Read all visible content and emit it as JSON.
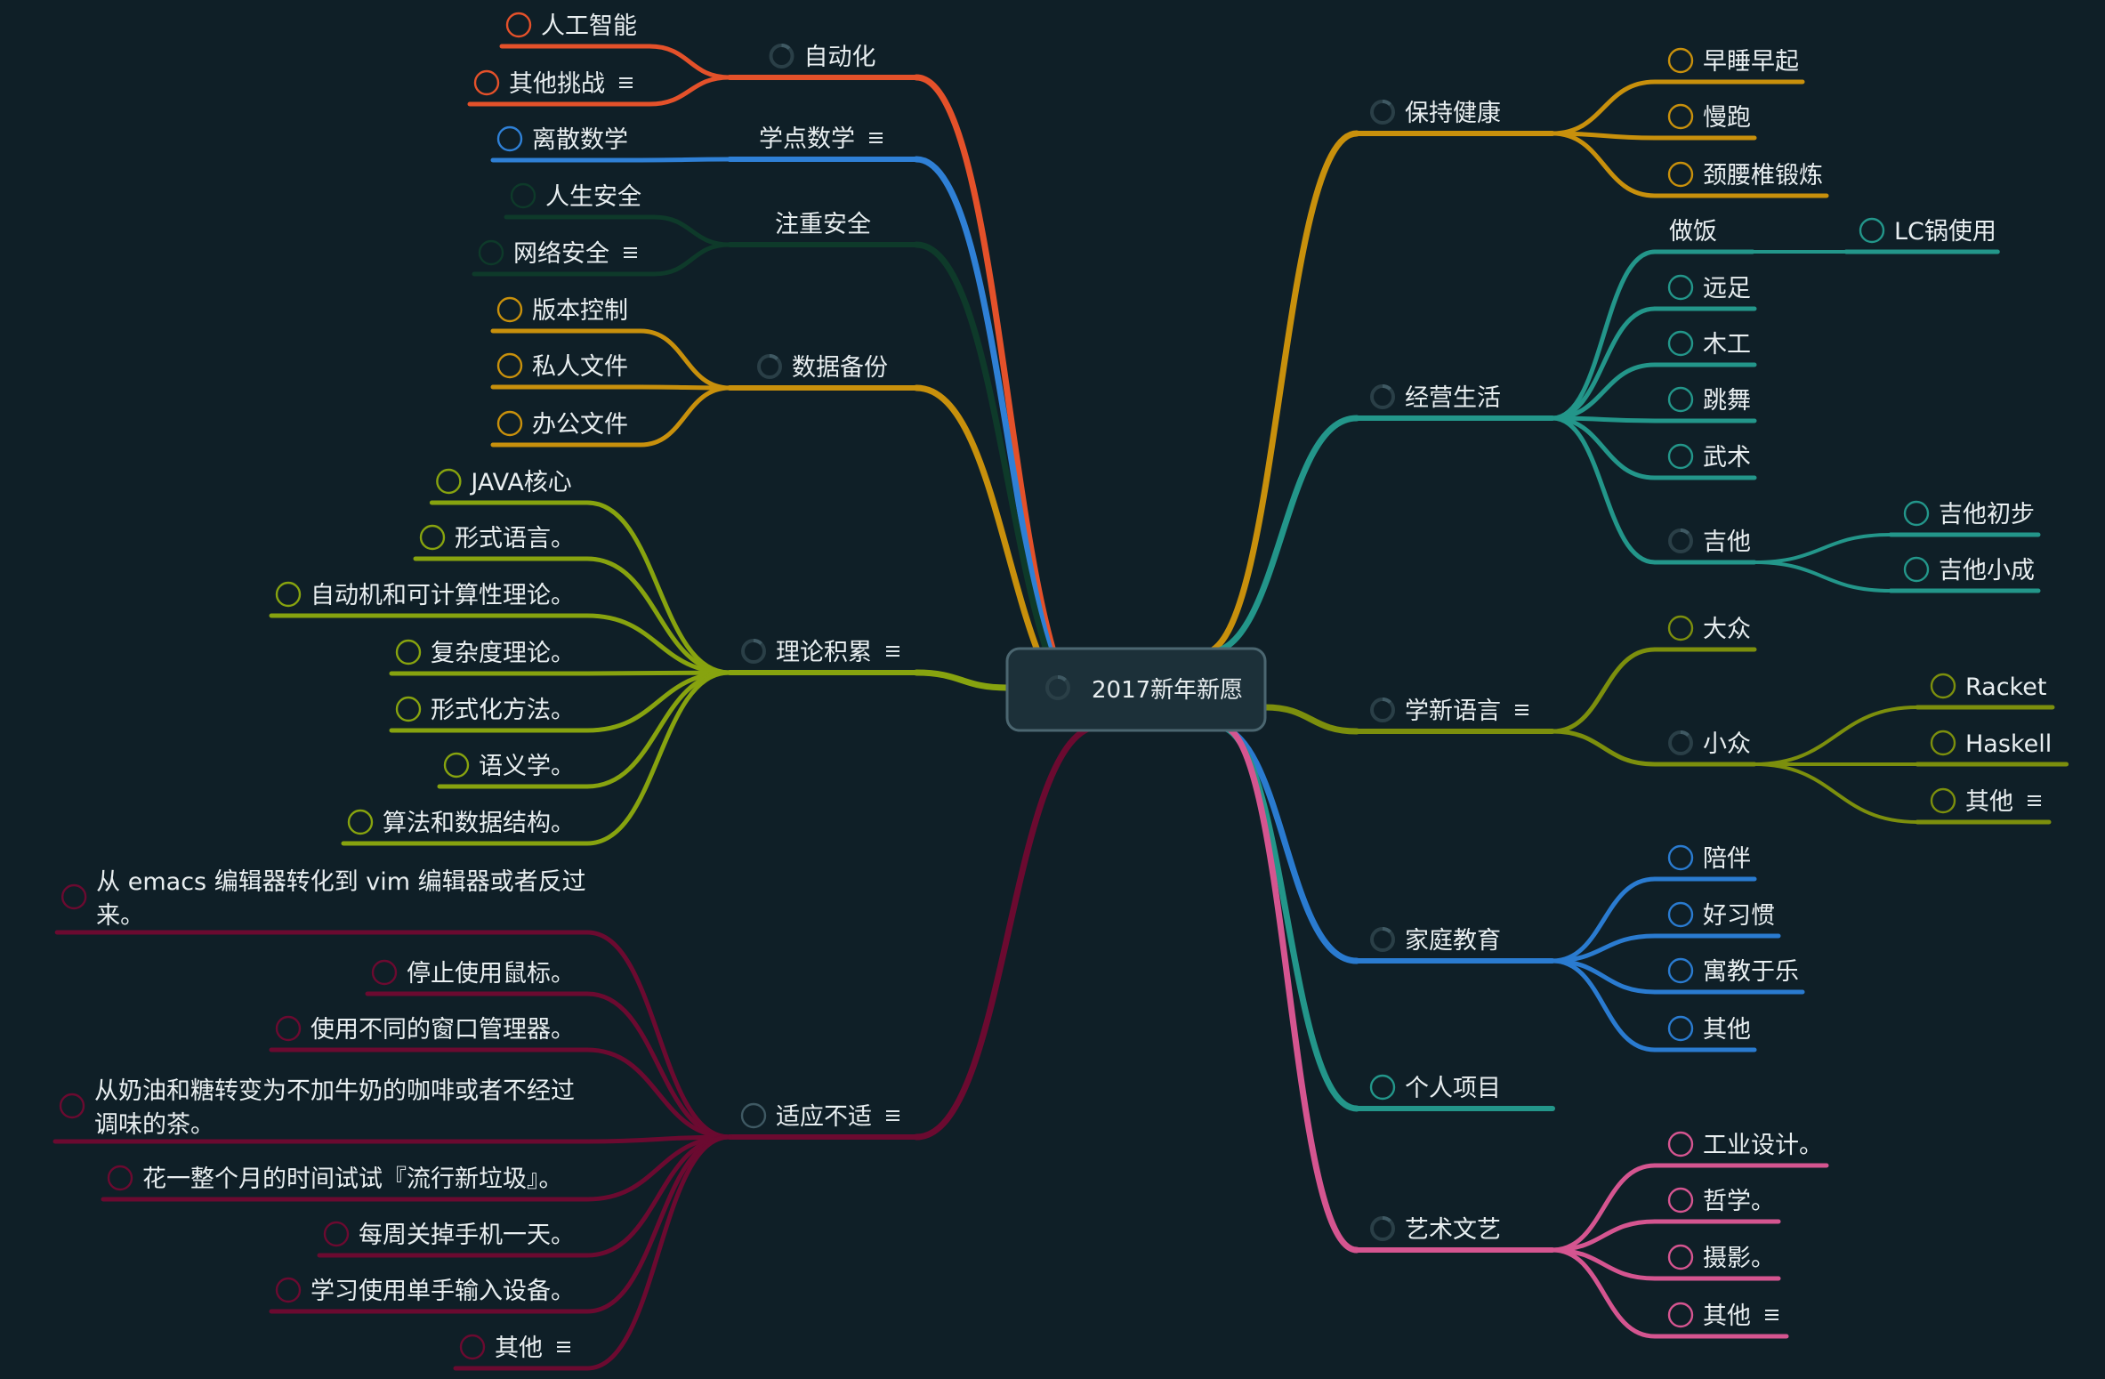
{
  "root": "2017新年新愿",
  "left": [
    {
      "label": "自动化",
      "color": "#e4512a",
      "icon": "progress-ring-icon",
      "note": false,
      "children": [
        {
          "label": "人工智能",
          "icon": "todo-circle-icon",
          "note": false
        },
        {
          "label": "其他挑战",
          "icon": "todo-circle-icon",
          "note": true
        }
      ]
    },
    {
      "label": "学点数学",
      "color": "#2f80d6",
      "icon": "",
      "note": true,
      "children": [
        {
          "label": "离散数学",
          "icon": "todo-circle-icon",
          "note": false
        }
      ]
    },
    {
      "label": "注重安全",
      "color": "#0e3a2a",
      "icon": "",
      "note": false,
      "children": [
        {
          "label": "人生安全",
          "icon": "todo-circle-icon",
          "note": false
        },
        {
          "label": "网络安全",
          "icon": "todo-circle-icon",
          "note": true
        }
      ]
    },
    {
      "label": "数据备份",
      "color": "#c8900c",
      "icon": "progress-ring-icon",
      "note": false,
      "children": [
        {
          "label": "版本控制",
          "icon": "todo-circle-icon",
          "note": false
        },
        {
          "label": "私人文件",
          "icon": "todo-circle-icon",
          "note": false
        },
        {
          "label": "办公文件",
          "icon": "todo-circle-icon",
          "note": false
        }
      ]
    },
    {
      "label": "理论积累",
      "color": "#87a30f",
      "icon": "progress-ring-icon",
      "note": true,
      "children": [
        {
          "label": "JAVA核心",
          "icon": "todo-circle-icon",
          "note": false
        },
        {
          "label": "形式语言。",
          "icon": "todo-circle-icon",
          "note": false
        },
        {
          "label": "自动机和可计算性理论。",
          "icon": "todo-circle-icon",
          "note": false
        },
        {
          "label": "复杂度理论。",
          "icon": "todo-circle-icon",
          "note": false
        },
        {
          "label": "形式化方法。",
          "icon": "todo-circle-icon",
          "note": false
        },
        {
          "label": "语义学。",
          "icon": "todo-circle-icon",
          "note": false
        },
        {
          "label": "算法和数据结构。",
          "icon": "todo-circle-icon",
          "note": false
        }
      ]
    },
    {
      "label": "适应不适",
      "color": "#6b0a30",
      "icon": "todo-circle-icon",
      "note": true,
      "children": [
        {
          "label": "从 emacs 编辑器转化到 vim 编辑器或者反过来。",
          "lines": [
            "从 emacs 编辑器转化到 vim 编辑器或者反过",
            "来。"
          ],
          "icon": "todo-circle-icon",
          "note": false
        },
        {
          "label": "停止使用鼠标。",
          "icon": "todo-circle-icon",
          "note": false
        },
        {
          "label": "使用不同的窗口管理器。",
          "icon": "todo-circle-icon",
          "note": false
        },
        {
          "label": "从奶油和糖转变为不加牛奶的咖啡或者不经过调味的茶。",
          "lines": [
            "从奶油和糖转变为不加牛奶的咖啡或者不经过",
            "调味的茶。"
          ],
          "icon": "todo-circle-icon",
          "note": false
        },
        {
          "label": "花一整个月的时间试试『流行新垃圾』。",
          "icon": "todo-circle-icon",
          "note": false
        },
        {
          "label": "每周关掉手机一天。",
          "icon": "todo-circle-icon",
          "note": false
        },
        {
          "label": "学习使用单手输入设备。",
          "icon": "todo-circle-icon",
          "note": false
        },
        {
          "label": "其他",
          "icon": "todo-circle-icon",
          "note": true
        }
      ]
    }
  ],
  "right": [
    {
      "label": "保持健康",
      "color": "#c8900c",
      "icon": "progress-ring-icon",
      "note": false,
      "children": [
        {
          "label": "早睡早起",
          "icon": "todo-circle-icon",
          "note": false
        },
        {
          "label": "慢跑",
          "icon": "todo-circle-icon",
          "note": false
        },
        {
          "label": "颈腰椎锻炼",
          "icon": "todo-circle-icon",
          "note": false
        }
      ]
    },
    {
      "label": "经营生活",
      "color": "#23968a",
      "icon": "progress-ring-icon",
      "note": false,
      "children": [
        {
          "label": "做饭",
          "icon": "",
          "note": false,
          "children": [
            {
              "label": "LC锅使用",
              "icon": "todo-circle-icon",
              "note": false
            }
          ]
        },
        {
          "label": "远足",
          "icon": "todo-circle-icon",
          "note": false
        },
        {
          "label": "木工",
          "icon": "todo-circle-icon",
          "note": false
        },
        {
          "label": "跳舞",
          "icon": "todo-circle-icon",
          "note": false
        },
        {
          "label": "武术",
          "icon": "todo-circle-icon",
          "note": false
        },
        {
          "label": "吉他",
          "icon": "progress-ring-icon",
          "note": false,
          "children": [
            {
              "label": "吉他初步",
              "icon": "todo-circle-icon",
              "note": false
            },
            {
              "label": "吉他小成",
              "icon": "todo-circle-icon",
              "note": false
            }
          ]
        }
      ]
    },
    {
      "label": "学新语言",
      "color": "#7c8f0d",
      "icon": "progress-ring-icon",
      "note": true,
      "children": [
        {
          "label": "大众",
          "icon": "todo-circle-icon",
          "note": false
        },
        {
          "label": "小众",
          "icon": "progress-ring-icon",
          "note": false,
          "children": [
            {
              "label": "Racket",
              "icon": "todo-circle-icon",
              "note": false
            },
            {
              "label": "Haskell",
              "icon": "todo-circle-icon",
              "note": false
            },
            {
              "label": "其他",
              "icon": "todo-circle-icon",
              "note": true
            }
          ]
        }
      ]
    },
    {
      "label": "家庭教育",
      "color": "#2a7bd0",
      "icon": "progress-ring-icon",
      "note": false,
      "children": [
        {
          "label": "陪伴",
          "icon": "todo-circle-icon",
          "note": false
        },
        {
          "label": "好习惯",
          "icon": "todo-circle-icon",
          "note": false
        },
        {
          "label": "寓教于乐",
          "icon": "todo-circle-icon",
          "note": false
        },
        {
          "label": "其他",
          "icon": "todo-circle-icon",
          "note": false
        }
      ]
    },
    {
      "label": "个人项目",
      "color": "#23968a",
      "icon": "todo-circle-icon",
      "note": false,
      "children": []
    },
    {
      "label": "艺术文艺",
      "color": "#d55590",
      "icon": "progress-ring-icon",
      "note": false,
      "children": [
        {
          "label": "工业设计。",
          "icon": "todo-circle-icon",
          "note": false
        },
        {
          "label": "哲学。",
          "icon": "todo-circle-icon",
          "note": false
        },
        {
          "label": "摄影。",
          "icon": "todo-circle-icon",
          "note": false
        },
        {
          "label": "其他",
          "icon": "todo-circle-icon",
          "note": true
        }
      ]
    }
  ]
}
